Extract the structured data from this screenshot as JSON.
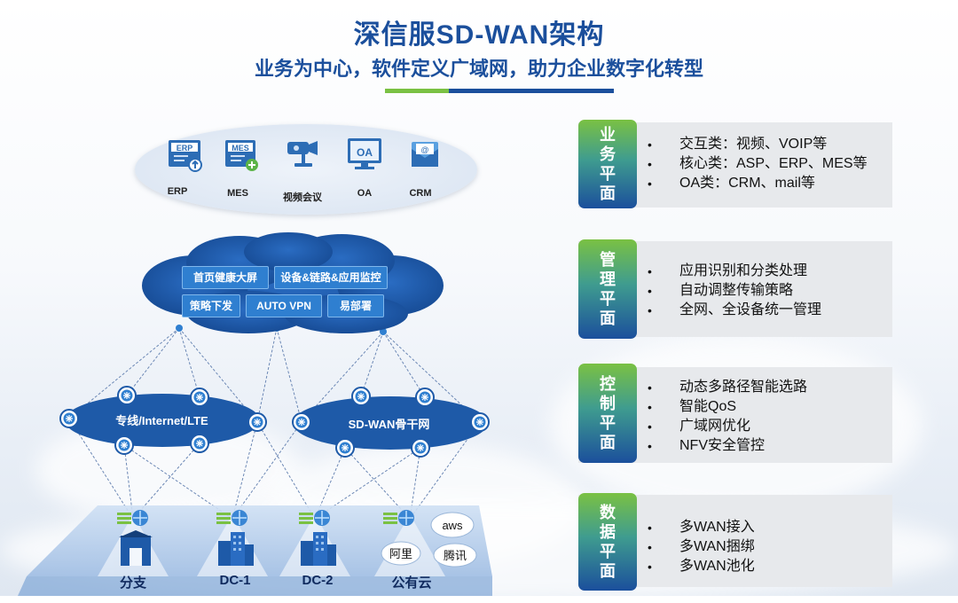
{
  "title": "深信服SD-WAN架构",
  "subtitle": "业务为中心，软件定义广域网，助力企业数字化转型",
  "apps": [
    {
      "label": "ERP",
      "icon": "erp-icon",
      "icon_text": "ERP"
    },
    {
      "label": "MES",
      "icon": "mes-icon",
      "icon_text": "MES"
    },
    {
      "label": "视频会议",
      "icon": "video-camera-icon"
    },
    {
      "label": "OA",
      "icon": "oa-icon",
      "icon_text": "OA"
    },
    {
      "label": "CRM",
      "icon": "crm-mail-icon",
      "icon_text": "@"
    }
  ],
  "management": [
    "首页健康大屏",
    "设备&链路&应用监控",
    "策略下发",
    "AUTO VPN",
    "易部署"
  ],
  "networks": {
    "left": "专线/Internet/LTE",
    "right": "SD-WAN骨干网"
  },
  "sites": [
    {
      "label": "分支",
      "icon": "branch-building-icon"
    },
    {
      "label": "DC-1",
      "icon": "datacenter-building-icon"
    },
    {
      "label": "DC-2",
      "icon": "datacenter-building-icon"
    },
    {
      "label": "公有云",
      "icon": "public-cloud-icon",
      "clouds": [
        "aws",
        "阿里",
        "腾讯"
      ]
    }
  ],
  "planes": [
    {
      "tag": [
        "业",
        "务",
        "平",
        "面"
      ],
      "items": [
        "交互类：视频、VOIP等",
        "核心类：ASP、ERP、MES等",
        "OA类：CRM、mail等"
      ]
    },
    {
      "tag": [
        "管",
        "理",
        "平",
        "面"
      ],
      "items": [
        "应用识别和分类处理",
        "自动调整传输策略",
        "全网、全设备统一管理"
      ]
    },
    {
      "tag": [
        "控",
        "制",
        "平",
        "面"
      ],
      "items": [
        "动态多路径智能选路",
        "智能QoS",
        "广域网优化",
        "NFV安全管控"
      ]
    },
    {
      "tag": [
        "数",
        "据",
        "平",
        "面"
      ],
      "items": [
        "多WAN接入",
        "多WAN捆绑",
        "多WAN池化"
      ]
    }
  ],
  "colors": {
    "brand_blue": "#1b4f9c",
    "accent_green": "#7ac143",
    "network_blue": "#1e5aa8",
    "panel_gray": "#e7e9ec"
  }
}
